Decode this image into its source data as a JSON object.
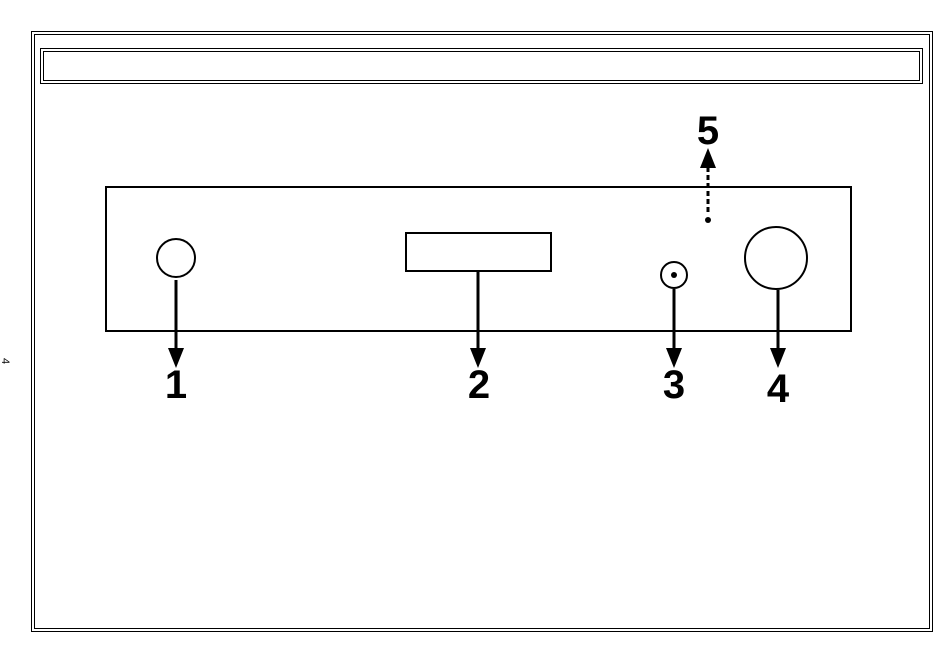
{
  "page": {
    "number": "4"
  },
  "header": {
    "title": ""
  },
  "callouts": {
    "c1": "1",
    "c2": "2",
    "c3": "3",
    "c4": "4",
    "c5": "5"
  }
}
